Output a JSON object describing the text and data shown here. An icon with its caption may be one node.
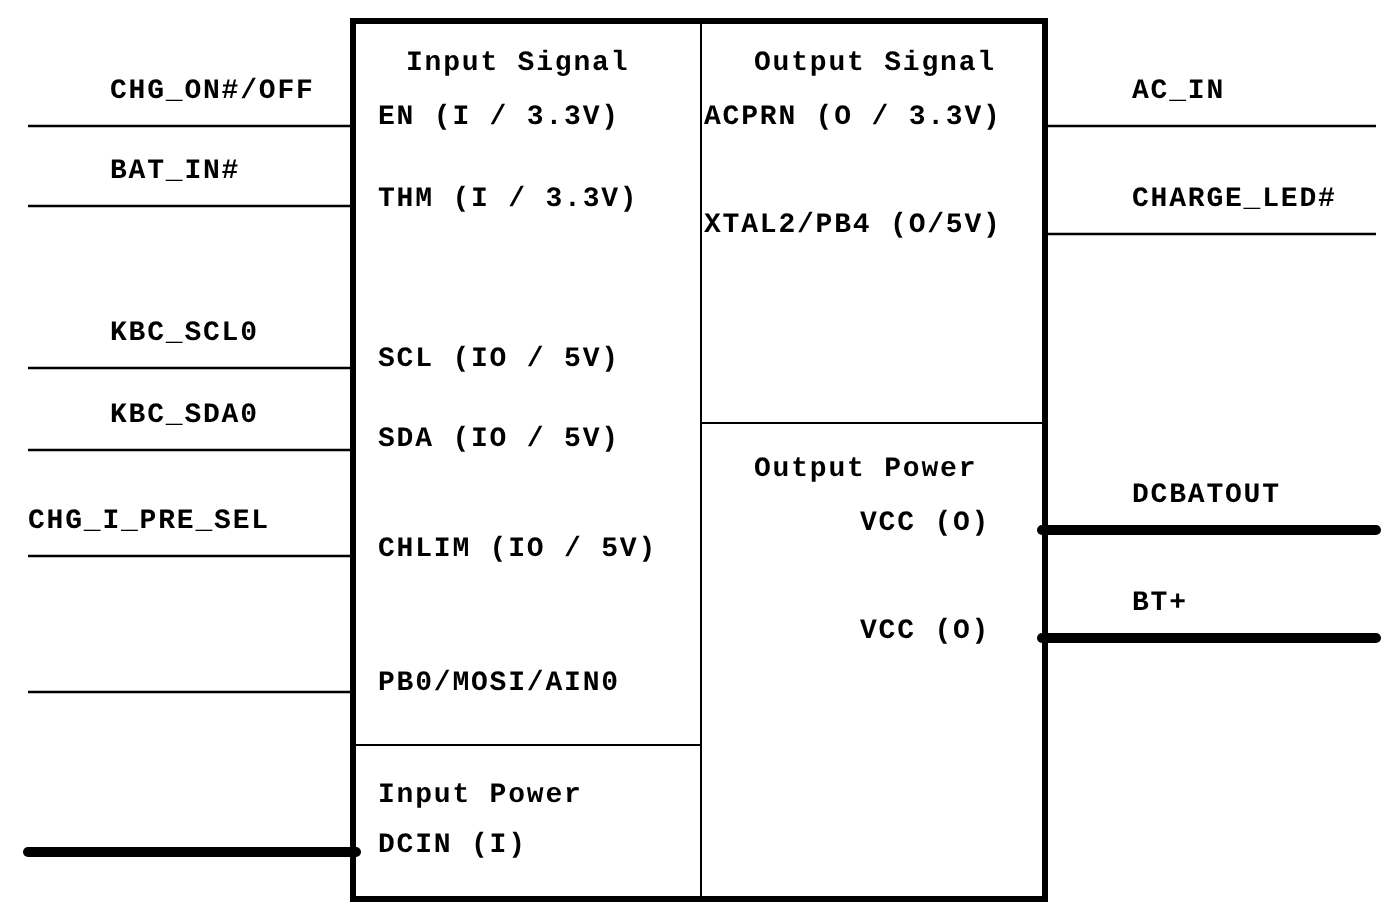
{
  "diagram": {
    "nodes": [
      {
        "text": [],
        "shape": "box"
      },
      {
        "text": [
          "Input Signal",
          "EN (I / 3.3V)",
          "THM (I / 3.3V)",
          "SCL (IO / 5V)",
          "SDA (IO / 5V)",
          "CHLIM (IO / 5V)",
          "PB0/MOSI/AIN0"
        ],
        "in": 0
      },
      {
        "text": [
          "Output Signal",
          "ACPRN (O / 3.3V)",
          "XTAL2/PB4 (O/5V)"
        ],
        "in": 0
      },
      {
        "text": [
          "Output Power",
          "VCC (O)",
          "VCC (O)"
        ],
        "in": 0
      },
      {
        "text": [
          "Input Power",
          "DCIN (I)"
        ],
        "in": 0
      }
    ],
    "edges": [
      {
        "from": null,
        "to": 1,
        "arrow": "none",
        "label": "CHG_ON#/OFF"
      },
      {
        "from": null,
        "to": 1,
        "arrow": "none",
        "label": "BAT_IN#"
      },
      {
        "from": null,
        "to": 1,
        "arrow": "none",
        "label": "KBC_SCL0"
      },
      {
        "from": null,
        "to": 1,
        "arrow": "none",
        "label": "KBC_SDA0"
      },
      {
        "from": null,
        "to": 1,
        "arrow": "none",
        "label": "CHG_I_PRE_SEL"
      },
      {
        "from": null,
        "to": 1,
        "arrow": "none"
      },
      {
        "from": null,
        "to": 4,
        "arrow": "none",
        "style": "thick"
      },
      {
        "from": 2,
        "to": null,
        "arrow": "none",
        "label": "AC_IN"
      },
      {
        "from": 2,
        "to": null,
        "arrow": "none",
        "label": "CHARGE_LED#"
      },
      {
        "from": 3,
        "to": null,
        "arrow": "none",
        "label": "DCBATOUT",
        "style": "thick"
      },
      {
        "from": 3,
        "to": null,
        "arrow": "none",
        "label": "BT+",
        "style": "thick"
      }
    ]
  }
}
